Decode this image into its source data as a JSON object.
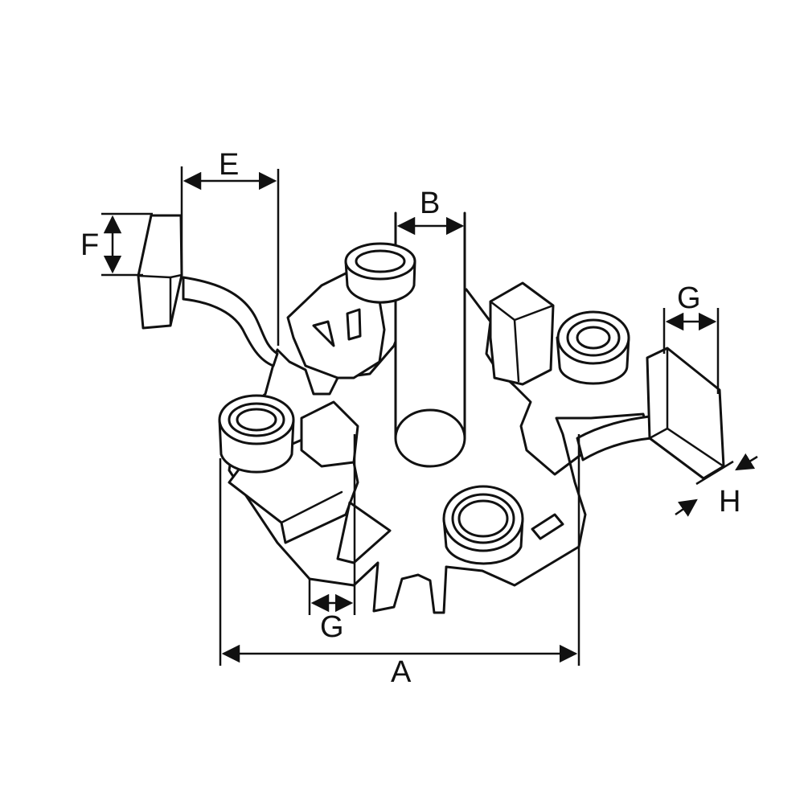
{
  "dimensions": {
    "A": "A",
    "B": "B",
    "E": "E",
    "F": "F",
    "G_bottom": "G",
    "G_right": "G",
    "H": "H"
  },
  "colors": {
    "line": "#111111",
    "background": "#ffffff"
  }
}
